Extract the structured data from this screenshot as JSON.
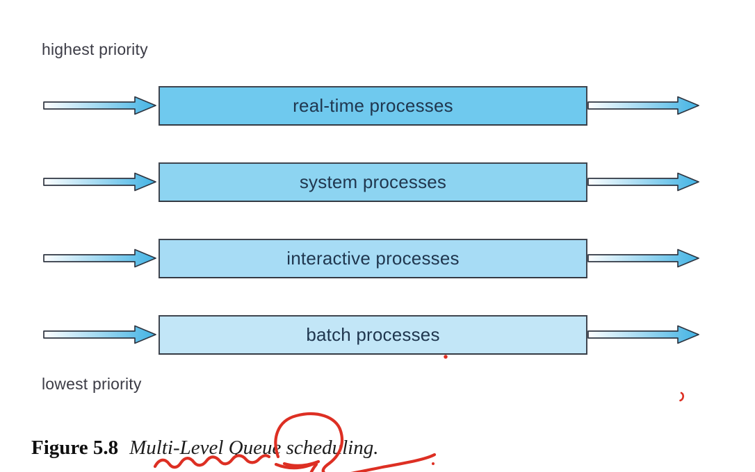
{
  "figure": {
    "top_label": "highest priority",
    "bottom_label": "lowest priority",
    "queues": [
      {
        "label": "real-time processes",
        "fill": "#6fc9ee"
      },
      {
        "label": "system processes",
        "fill": "#8dd4f1"
      },
      {
        "label": "interactive processes",
        "fill": "#a7dcf5"
      },
      {
        "label": "batch processes",
        "fill": "#c2e6f7"
      }
    ],
    "arrow": {
      "gradient_start": "#fdfeff",
      "gradient_end": "#42b3e4",
      "border": "#2f3540"
    }
  },
  "caption": {
    "figure_number": "Figure 5.8",
    "text": "Multi-Level Queue scheduling."
  },
  "annotation": {
    "color": "#dd2f23"
  }
}
